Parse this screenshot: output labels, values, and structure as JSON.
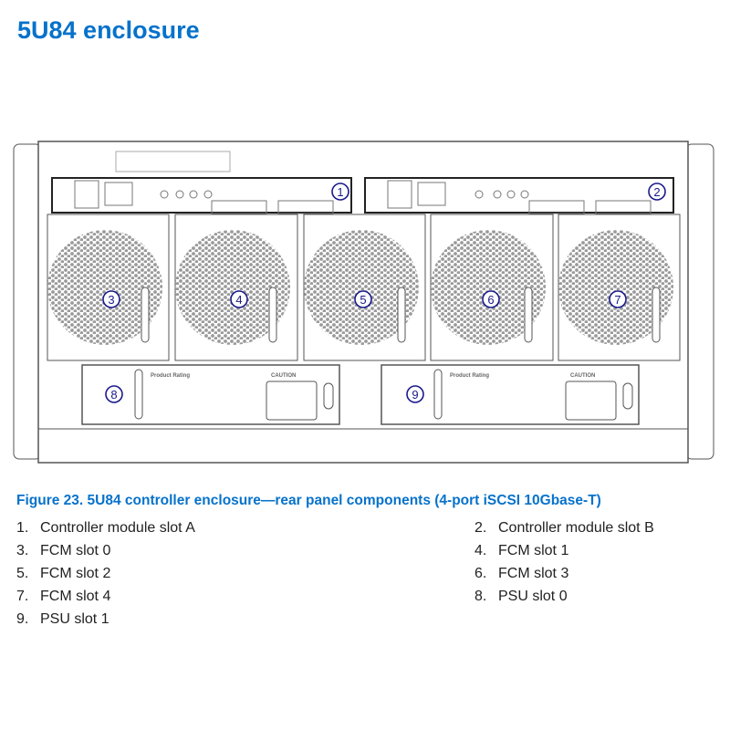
{
  "page": {
    "title": "5U84 enclosure"
  },
  "figure": {
    "caption": "Figure 23. 5U84 controller enclosure—rear panel components (4-port iSCSI 10Gbase-T)",
    "callouts": [
      "1",
      "2",
      "3",
      "4",
      "5",
      "6",
      "7",
      "8",
      "9"
    ],
    "psu_rating_label": "Product Rating",
    "psu_caution_label": "CAUTION"
  },
  "legend": {
    "items": [
      {
        "num": "1.",
        "label": "Controller module slot A"
      },
      {
        "num": "2.",
        "label": "Controller module slot B"
      },
      {
        "num": "3.",
        "label": "FCM slot 0"
      },
      {
        "num": "4.",
        "label": "FCM slot 1"
      },
      {
        "num": "5.",
        "label": "FCM slot 2"
      },
      {
        "num": "6.",
        "label": "FCM slot 3"
      },
      {
        "num": "7.",
        "label": "FCM slot 4"
      },
      {
        "num": "8.",
        "label": "PSU slot 0"
      },
      {
        "num": "9.",
        "label": "PSU slot 1"
      }
    ]
  },
  "colors": {
    "accent": "#0672cb",
    "callout": "#1a1a8c"
  }
}
